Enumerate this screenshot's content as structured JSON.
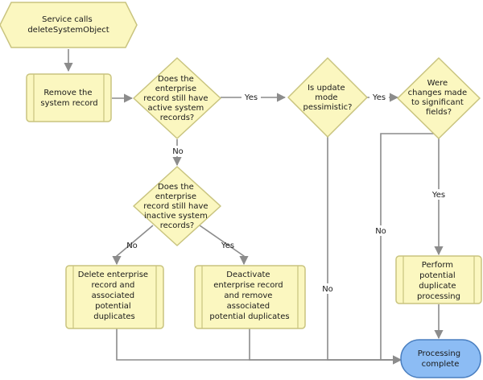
{
  "colors": {
    "node_fill": "#fbf7c0",
    "node_stroke": "#c9c47f",
    "end_fill": "#8cbcf4",
    "end_stroke": "#4a7fc0",
    "connector": "#8c8c8c"
  },
  "nodes": {
    "start": [
      "Service calls",
      "deleteSystemObject"
    ],
    "remove": [
      "Remove the",
      "system record"
    ],
    "d_active": [
      "Does the",
      "enterprise",
      "record still have",
      "active system",
      "records?"
    ],
    "d_pessimistic": [
      "Is update",
      "mode",
      "pessimistic?"
    ],
    "d_changes": [
      "Were",
      "changes made",
      "to significant",
      "fields?"
    ],
    "d_inactive": [
      "Does the",
      "enterprise",
      "record still have",
      "inactive system",
      "records?"
    ],
    "delete_ent": [
      "Delete enterprise",
      "record and",
      "associated",
      "potential",
      "duplicates"
    ],
    "deactivate": [
      "Deactivate",
      "enterprise record",
      "and remove",
      "associated",
      "potential duplicates"
    ],
    "perform": [
      "Perform",
      "potential",
      "duplicate",
      "processing"
    ],
    "end": [
      "Processing",
      "complete"
    ]
  },
  "edge_labels": {
    "active_yes": "Yes",
    "active_no": "No",
    "pessimistic_yes": "Yes",
    "pessimistic_no": "No",
    "changes_yes": "Yes",
    "changes_no": "No",
    "inactive_no": "No",
    "inactive_yes": "Yes"
  }
}
